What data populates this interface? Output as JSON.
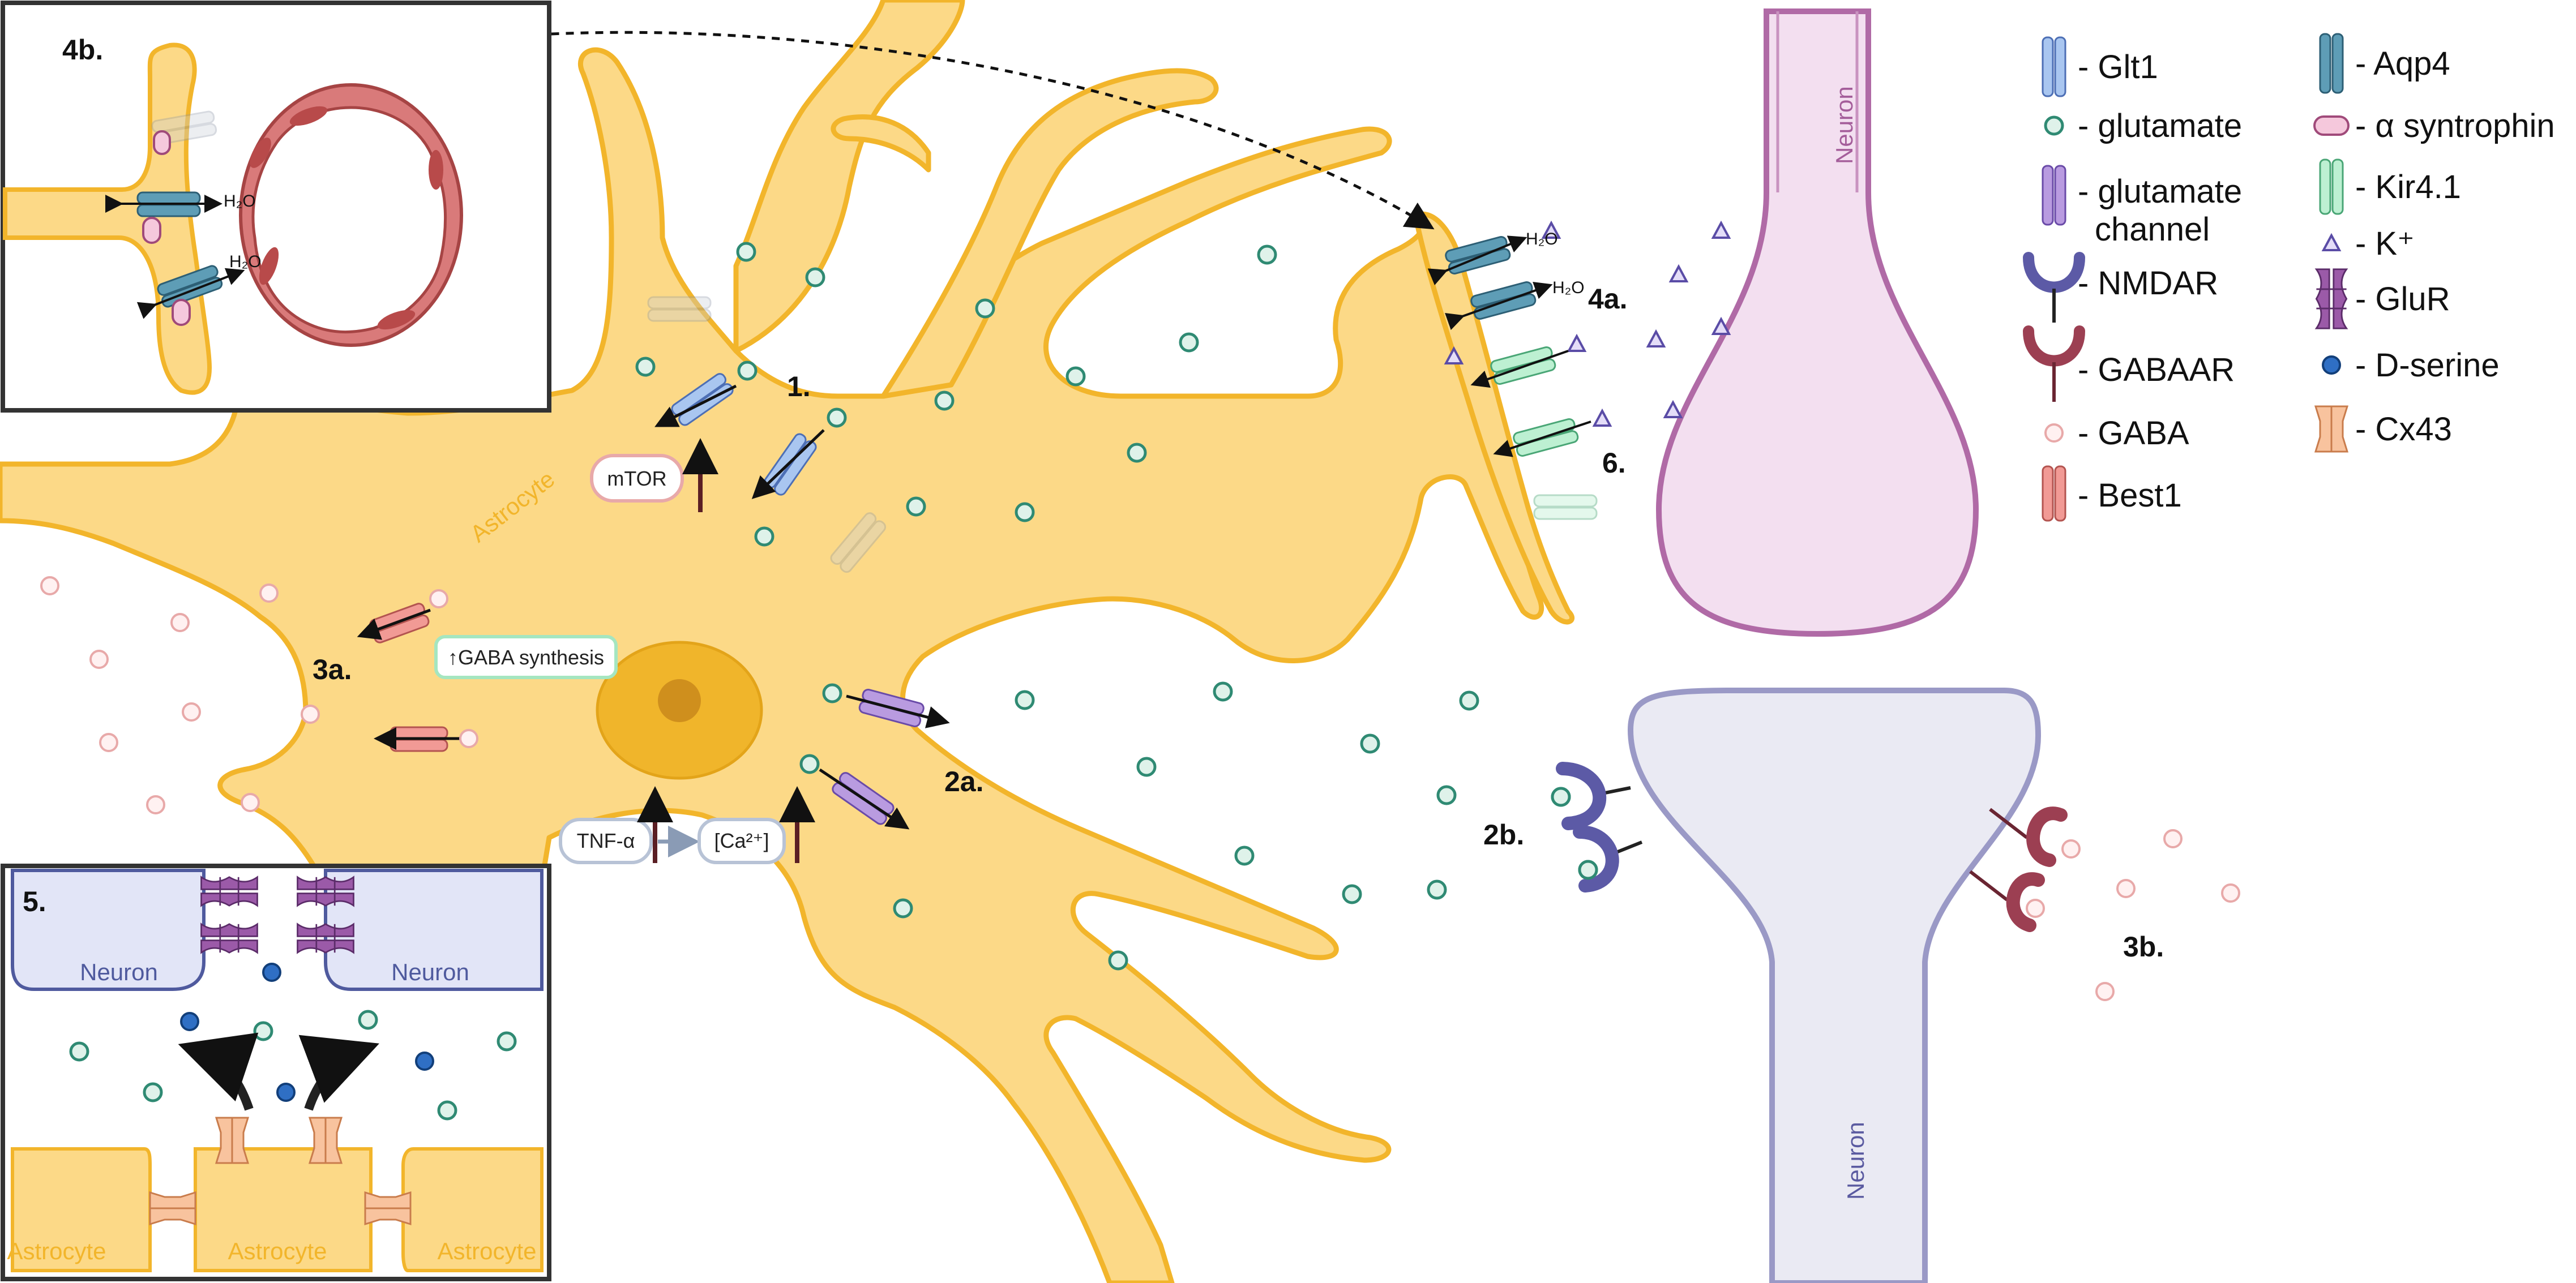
{
  "labels": {
    "astrocyte_main": "Astrocyte",
    "neuron_top": "Neuron",
    "neuron_bottom": "Neuron",
    "h2o": "H₂O",
    "mtor": "mTOR",
    "gaba_synthesis": "↑GABA synthesis",
    "tnf": "TNF-α",
    "ca": "[Ca²⁺]"
  },
  "steps": {
    "s1": "1.",
    "s2a": "2a.",
    "s2b": "2b.",
    "s3a": "3a.",
    "s3b": "3b.",
    "s4a": "4a.",
    "s4b": "4b.",
    "s5": "5.",
    "s6": "6."
  },
  "inset5": {
    "neuron_left": "Neuron",
    "neuron_right": "Neuron",
    "astrocyte_left": "Astrocyte",
    "astrocyte_mid": "Astrocyte",
    "astrocyte_right": "Astrocyte"
  },
  "legend": [
    {
      "label": "- Glt1",
      "icon": "glt1-icon",
      "color": "#a9c6f0"
    },
    {
      "label": "- glutamate",
      "icon": "glutamate-icon",
      "color": "#d9efe7"
    },
    {
      "label": "- glutamate",
      "label2": "channel",
      "icon": "glutamate-channel-icon",
      "color": "#b99be0"
    },
    {
      "label": "- NMDAR",
      "icon": "nmdar-icon",
      "color": "#5c5aa6"
    },
    {
      "label": "- GABAAR",
      "icon": "gabaar-icon",
      "color": "#9c3f52"
    },
    {
      "label": "- GABA",
      "icon": "gaba-icon",
      "color": "#fbe3e3"
    },
    {
      "label": "- Best1",
      "icon": "best1-icon",
      "color": "#f19a95"
    },
    {
      "label": "- Aqp4",
      "icon": "aqp4-icon",
      "color": "#5e9db6"
    },
    {
      "label": "- α syntrophin",
      "icon": "syntrophin-icon",
      "color": "#f5c8dc"
    },
    {
      "label": "- Kir4.1",
      "icon": "kir41-icon",
      "color": "#a5e6c0"
    },
    {
      "label": "- K⁺",
      "icon": "potassium-icon",
      "color": "#c3b8ec"
    },
    {
      "label": "- GluR",
      "icon": "glur-icon",
      "color": "#9b5aa8"
    },
    {
      "label": "- D-serine",
      "icon": "d-serine-icon",
      "color": "#2f6fc4"
    },
    {
      "label": "- Cx43",
      "icon": "cx43-icon",
      "color": "#f8c39e"
    }
  ]
}
